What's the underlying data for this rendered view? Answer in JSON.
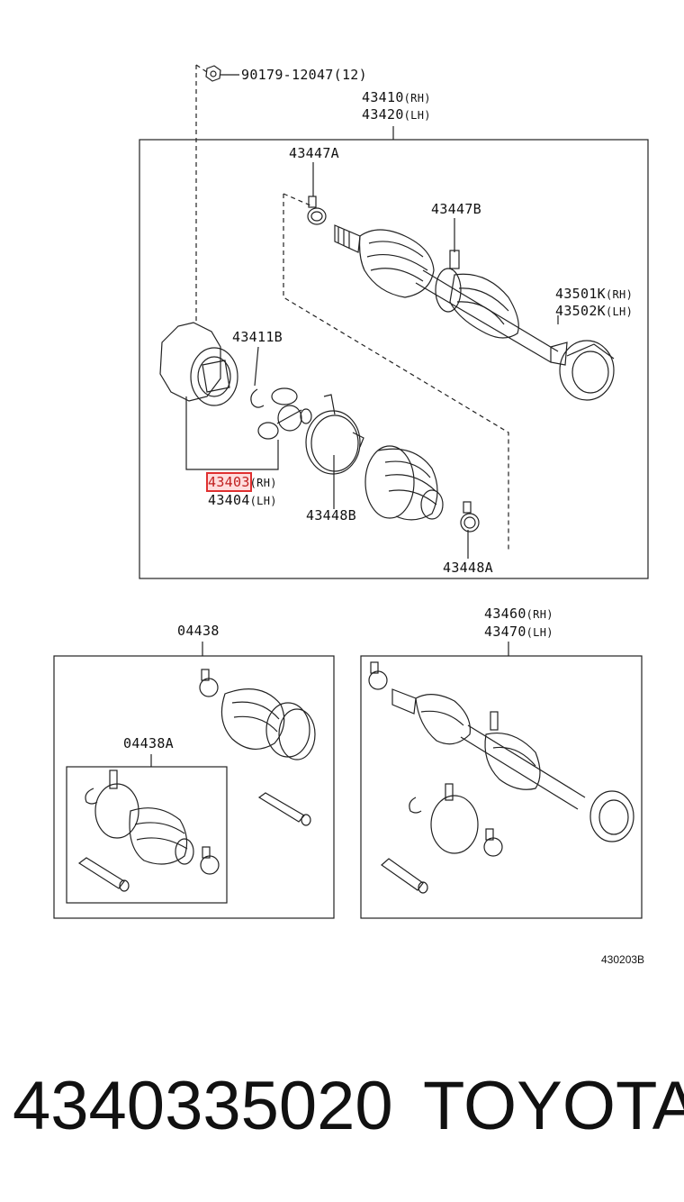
{
  "labels": {
    "bolt": "90179-12047(12)",
    "shaft_rh": "43410",
    "shaft_rh_suffix": "(RH)",
    "shaft_lh": "43420",
    "shaft_lh_suffix": "(LH)",
    "clamp_43447a": "43447A",
    "clamp_43447b": "43447B",
    "boot_rh": "43501K",
    "boot_rh_suffix": "(RH)",
    "boot_lh": "43502K",
    "boot_lh_suffix": "(LH)",
    "snap_43411b": "43411B",
    "joint_rh": "43403",
    "joint_rh_suffix": "(RH)",
    "joint_lh": "43404",
    "joint_lh_suffix": "(LH)",
    "clamp_43448b": "43448B",
    "clamp_43448a": "43448A",
    "kit_04438": "04438",
    "kit_04438a": "04438A",
    "outboard_rh": "43460",
    "outboard_rh_suffix": "(RH)",
    "outboard_lh": "43470",
    "outboard_lh_suffix": "(LH)",
    "ref_code": "430203B"
  },
  "highlight": {
    "part": "43403",
    "color": "#e03030"
  },
  "footer": {
    "part_number": "4340335020",
    "brand": "TOYOTA"
  }
}
